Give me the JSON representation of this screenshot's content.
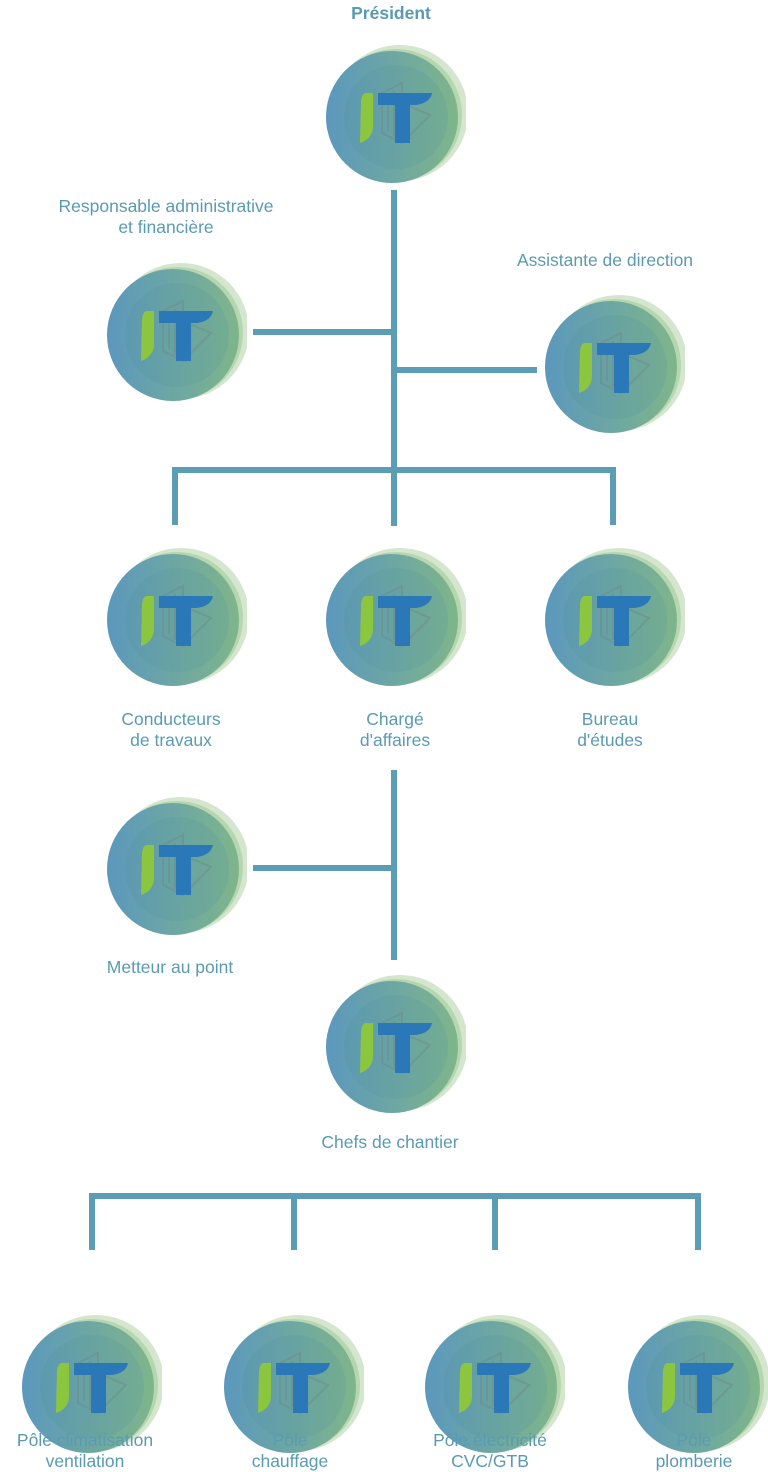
{
  "title": "Président",
  "colors": {
    "line": "#5a9db4",
    "text": "#5a9bb2",
    "logo_blue": "#2b78b8",
    "logo_green": "#8cc63f"
  },
  "logo_icon": "it-building-logo",
  "nodes": {
    "president": {
      "line1": "Président"
    },
    "resp_admin": {
      "line1": "Responsable administrative",
      "line2": "et financière"
    },
    "assistante": {
      "line1": "Assistante de direction"
    },
    "conducteurs": {
      "line1": "Conducteurs",
      "line2": "de travaux"
    },
    "charge": {
      "line1": "Chargé",
      "line2": "d'affaires"
    },
    "bureau": {
      "line1": "Bureau",
      "line2": "d'études"
    },
    "metteur": {
      "line1": "Metteur au point"
    },
    "chefs": {
      "line1": "Chefs de chantier"
    },
    "pole_clim": {
      "line1": "Pôle climatisation",
      "line2": "ventilation"
    },
    "pole_chauffage": {
      "line1": "Pôle",
      "line2": "chauffage"
    },
    "pole_elec": {
      "line1": "Pôle électricité",
      "line2": "CVC/GTB"
    },
    "pole_plomberie": {
      "line1": "Pôle",
      "line2": "plomberie"
    }
  }
}
